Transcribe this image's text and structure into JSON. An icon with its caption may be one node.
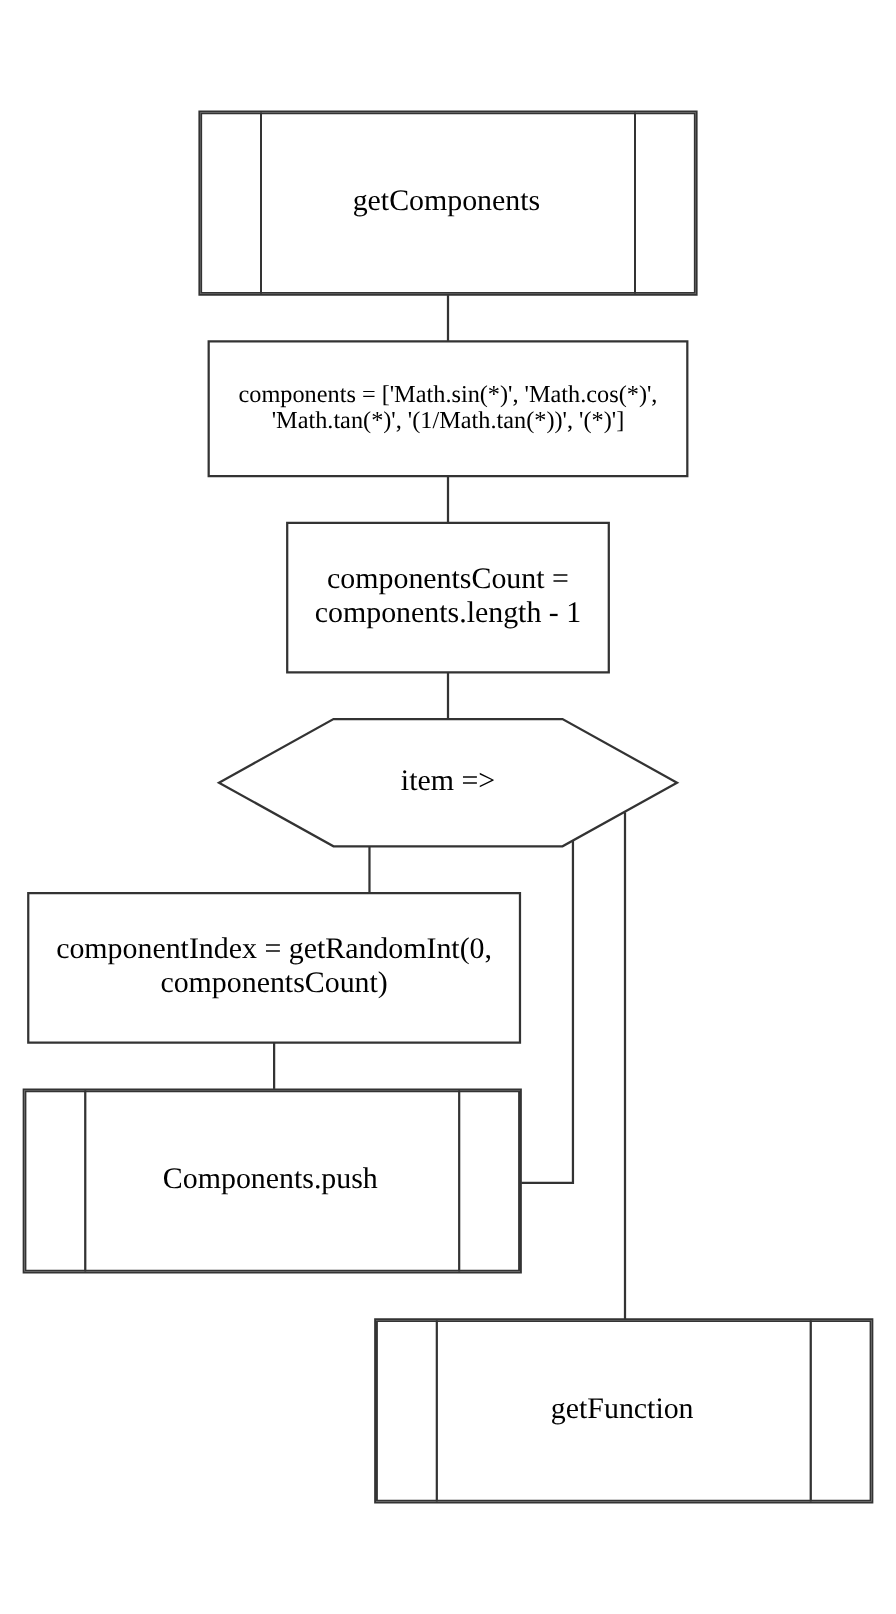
{
  "diagram": {
    "nodes": [
      {
        "text": [
          "getComponents"
        ]
      },
      {
        "text": [
          "components = ['Math.sin(*)', 'Math.cos(*)', 'Math.tan(*)', '(1/Math.tan(*))', '(*)']"
        ]
      },
      {
        "text": [
          "componentsCount = components.length - 1"
        ]
      },
      {
        "text": [
          "item =>"
        ]
      },
      {
        "text": [
          "componentIndex = getRandomInt(0, componentsCount)"
        ]
      },
      {
        "text": [
          "Components.push"
        ]
      },
      {
        "text": [
          "getFunction"
        ]
      }
    ],
    "edges": [
      {
        "from": 0,
        "to": 1,
        "arrow": "none"
      },
      {
        "from": 1,
        "to": 2,
        "arrow": "none"
      },
      {
        "from": 2,
        "to": 3,
        "arrow": "none"
      },
      {
        "from": 3,
        "to": 4,
        "arrow": "none"
      },
      {
        "from": 4,
        "to": 5,
        "arrow": "none"
      },
      {
        "from": 5,
        "to": 3,
        "arrow": "none"
      },
      {
        "from": 3,
        "to": 6,
        "arrow": "none"
      }
    ]
  }
}
